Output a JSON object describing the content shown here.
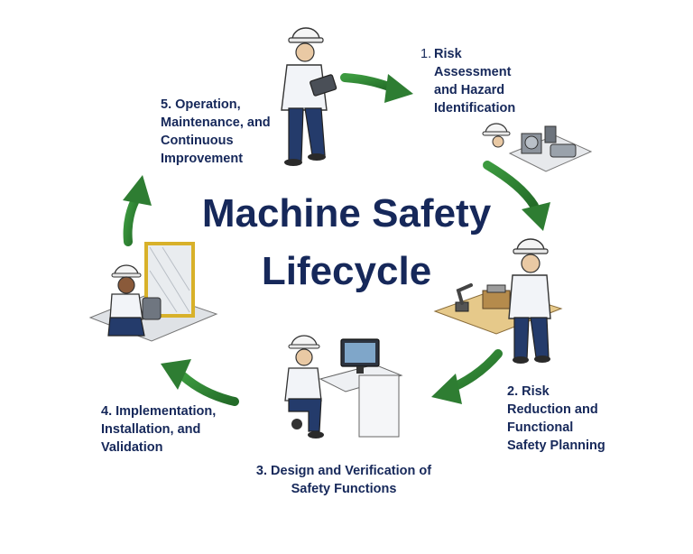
{
  "title": {
    "line1": "Machine Safety",
    "line2": "Lifecycle"
  },
  "steps": [
    {
      "number": "1.",
      "lines": [
        "Risk",
        "Assessment",
        "and Hazard",
        "Identification"
      ]
    },
    {
      "lines": [
        "2. Risk",
        "Reduction and",
        "Functional",
        "Safety Planning"
      ]
    },
    {
      "lines": [
        "3. Design and Verification of",
        "Safety Functions"
      ]
    },
    {
      "lines": [
        "4. Implementation,",
        "Installation, and",
        "Validation"
      ]
    },
    {
      "lines": [
        "5. Operation,",
        "Maintenance, and",
        "Continuous",
        "Improvement"
      ]
    }
  ],
  "colors": {
    "title": "#16285a",
    "arrow": "#2e7d32",
    "shirt": "#f2f4f8",
    "pants": "#243b6b"
  },
  "icons": [
    "tablet-icon",
    "computer-monitor-icon",
    "safety-helmet-icon",
    "robot-arm-icon",
    "safety-guard-fence-icon"
  ]
}
